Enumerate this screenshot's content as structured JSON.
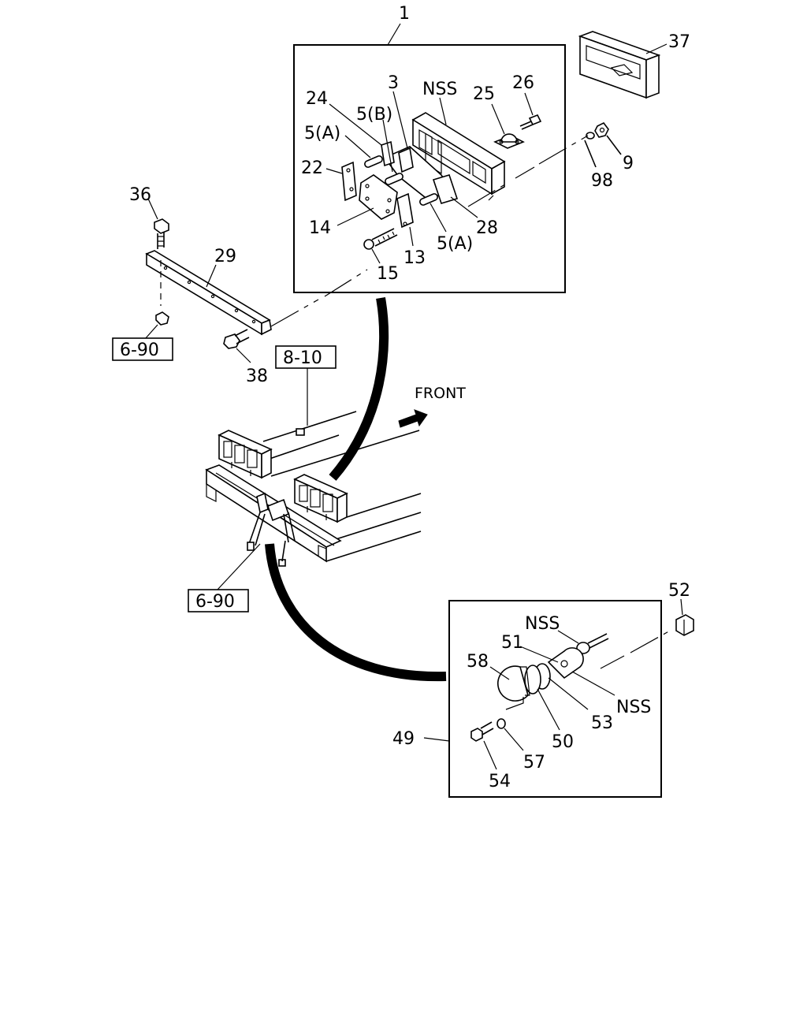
{
  "callouts": {
    "n1": "1",
    "n3": "3",
    "n24": "24",
    "nss_top": "NSS",
    "n25": "25",
    "n26": "26",
    "n37": "37",
    "n5b": "5(B)",
    "n5a_1": "5(A)",
    "n22": "22",
    "n14": "14",
    "n13": "13",
    "n15": "15",
    "n5a_2": "5(A)",
    "n28": "28",
    "n98": "98",
    "n9": "9",
    "n36": "36",
    "n29": "29",
    "n38": "38",
    "n52": "52",
    "nss_b1": "NSS",
    "n51": "51",
    "n58": "58",
    "nss_b2": "NSS",
    "n53": "53",
    "n50": "50",
    "n57": "57",
    "n54": "54",
    "n49": "49"
  },
  "references": {
    "ref_6_90_top": "6-90",
    "ref_8_10": "8-10",
    "ref_6_90_bottom": "6-90"
  },
  "direction_label": "FRONT"
}
